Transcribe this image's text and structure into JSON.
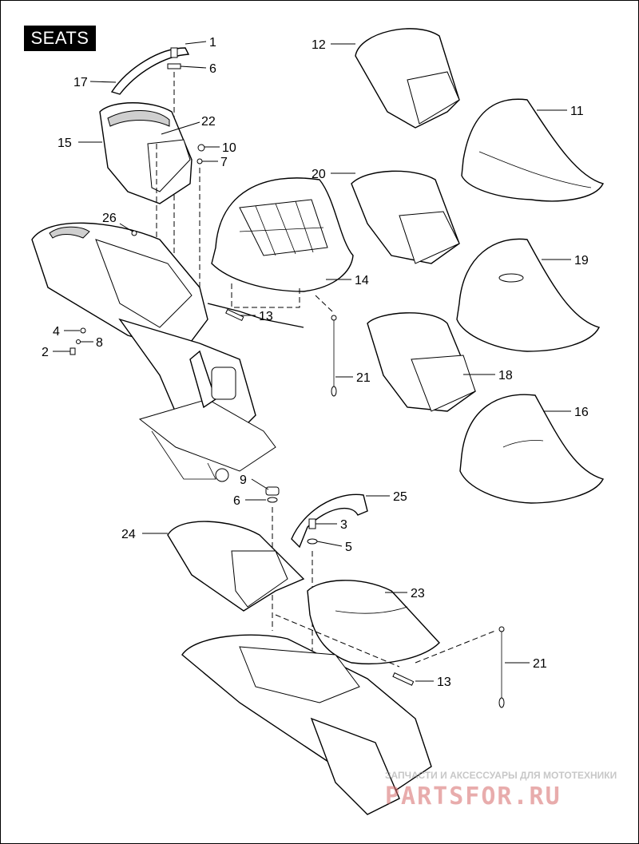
{
  "title": "SEATS",
  "callouts": [
    {
      "id": "c1",
      "label": "1"
    },
    {
      "id": "c6a",
      "label": "6"
    },
    {
      "id": "c17",
      "label": "17"
    },
    {
      "id": "c22",
      "label": "22"
    },
    {
      "id": "c15",
      "label": "15"
    },
    {
      "id": "c10",
      "label": "10"
    },
    {
      "id": "c7",
      "label": "7"
    },
    {
      "id": "c26",
      "label": "26"
    },
    {
      "id": "c4",
      "label": "4"
    },
    {
      "id": "c8",
      "label": "8"
    },
    {
      "id": "c2",
      "label": "2"
    },
    {
      "id": "c13a",
      "label": "13"
    },
    {
      "id": "c14",
      "label": "14"
    },
    {
      "id": "c21a",
      "label": "21"
    },
    {
      "id": "c12",
      "label": "12"
    },
    {
      "id": "c11",
      "label": "11"
    },
    {
      "id": "c20",
      "label": "20"
    },
    {
      "id": "c19",
      "label": "19"
    },
    {
      "id": "c18",
      "label": "18"
    },
    {
      "id": "c16",
      "label": "16"
    },
    {
      "id": "c9",
      "label": "9"
    },
    {
      "id": "c6b",
      "label": "6"
    },
    {
      "id": "c25",
      "label": "25"
    },
    {
      "id": "c3",
      "label": "3"
    },
    {
      "id": "c5",
      "label": "5"
    },
    {
      "id": "c24",
      "label": "24"
    },
    {
      "id": "c23",
      "label": "23"
    },
    {
      "id": "c21b",
      "label": "21"
    },
    {
      "id": "c13b",
      "label": "13"
    }
  ],
  "watermark": {
    "line1": "ЗАПЧАСТИ И АКСЕССУАРЫ ДЛЯ МОТОТЕХНИКИ",
    "line2": "PARTSFOR.RU"
  },
  "colors": {
    "ink": "#000000",
    "watermark_red": "#d76a6a",
    "watermark_gray": "#9a9a9a"
  }
}
